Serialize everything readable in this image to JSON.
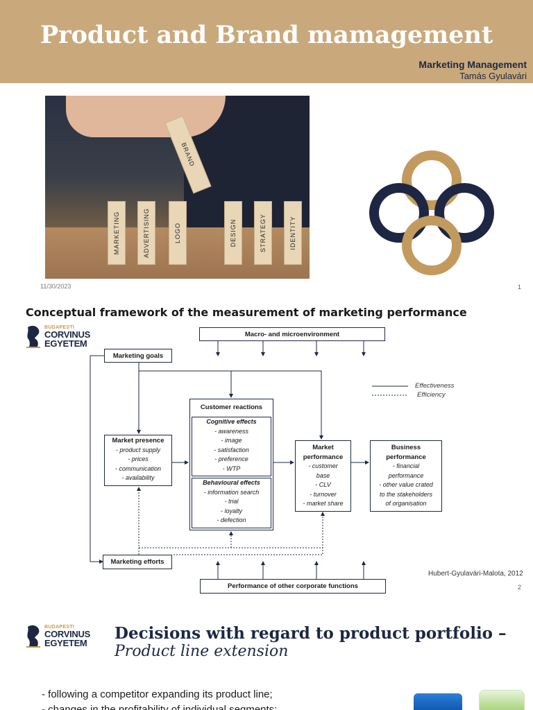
{
  "slide1": {
    "title": "Product and Brand mamagement",
    "course": "Marketing Management",
    "author": "Tamás Gyulavári",
    "photo_blocks": [
      "MARKETING",
      "ADVERTISING",
      "LOGO",
      "DESIGN",
      "STRATEGY",
      "IDENTITY"
    ],
    "photo_brand_block": "BRAND",
    "date": "11/30/2023",
    "page": "1",
    "colors": {
      "banner": "#c9a97c",
      "navy": "#1d2744",
      "gold": "#c39a5e"
    }
  },
  "slide2": {
    "title": "Conceptual framework of the measurement of marketing performance",
    "logo": {
      "line1": "BUDAPESTI",
      "line2": "CORVINUS",
      "line3": "EGYETEM"
    },
    "diagram": {
      "environment": "Macro- and microenvironment",
      "goals": "Marketing goals",
      "efforts": "Marketing efforts",
      "other_functions": "Performance of other corporate functions",
      "presence": {
        "title": "Market presence",
        "items": [
          "- product supply",
          "- prices",
          "- communication",
          "- availability"
        ]
      },
      "reactions": {
        "title": "Customer reactions",
        "cognitive": {
          "title": "Cognitive effects",
          "items": [
            "- awareness",
            "- image",
            "- satisfaction",
            "- preference",
            "- WTP"
          ]
        },
        "behavioural": {
          "title": "Behavioural effects",
          "items": [
            "- information search",
            "- trial",
            "- loyalty",
            "- defection"
          ]
        }
      },
      "market": {
        "title1": "Market",
        "title2": "performance",
        "items": [
          "- customer",
          "base",
          "- CLV",
          "- turnover",
          "- market share"
        ]
      },
      "business": {
        "title1": "Business",
        "title2": "performance",
        "items": [
          "- financial",
          "performance",
          "- other value crated",
          "to the stakeholders",
          "of organisation"
        ]
      },
      "legend": {
        "solid": "Effectiveness",
        "dashed": "Efficiency"
      }
    },
    "source": "Hubert-Gyulavári-Malota, 2012",
    "page": "2"
  },
  "slide3": {
    "logo": {
      "line1": "BUDAPESTI",
      "line2": "CORVINUS",
      "line3": "EGYETEM"
    },
    "heading": "Decisions with regard to product portfolio –",
    "subheading": "Product line extension",
    "bullets": [
      "- following a competitor expanding its product line;",
      "- changes in the profitability of individual segments;"
    ]
  }
}
